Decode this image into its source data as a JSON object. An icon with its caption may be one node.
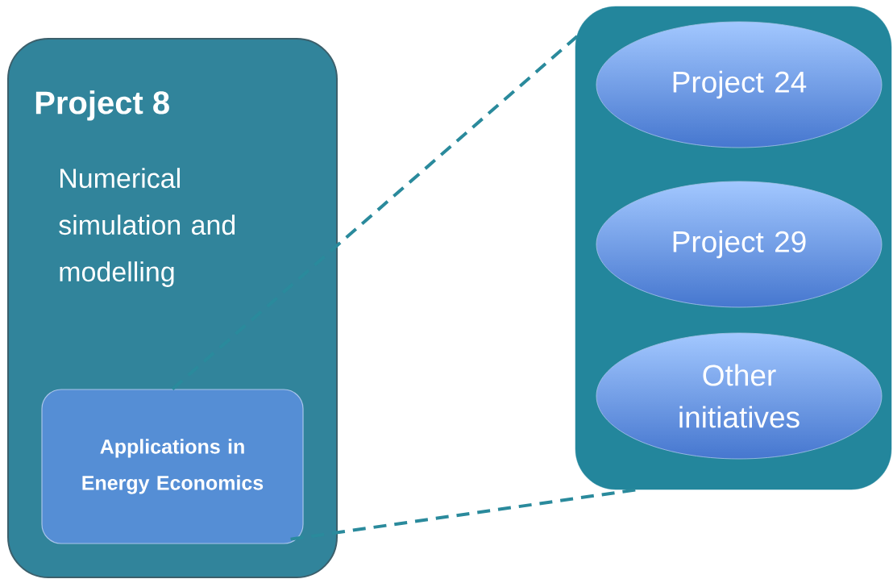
{
  "diagram": {
    "nodes": [
      {
        "text": [
          "Project 8",
          "Numerical simulation and modelling"
        ]
      },
      {
        "text": [
          "Applications in Energy Economics"
        ],
        "in": 0
      },
      {
        "text": [],
        "shape": "box"
      },
      {
        "text": [
          "Project 24"
        ],
        "in": 2
      },
      {
        "text": [
          "Project 29"
        ],
        "in": 2
      },
      {
        "text": [
          "Other initiatives"
        ],
        "in": 2
      }
    ],
    "edges": [
      {
        "from": 1,
        "to": 2,
        "arrow": "none",
        "style": "dashed"
      },
      {
        "from": 1,
        "to": 2,
        "arrow": "none",
        "style": "dashed"
      }
    ]
  }
}
